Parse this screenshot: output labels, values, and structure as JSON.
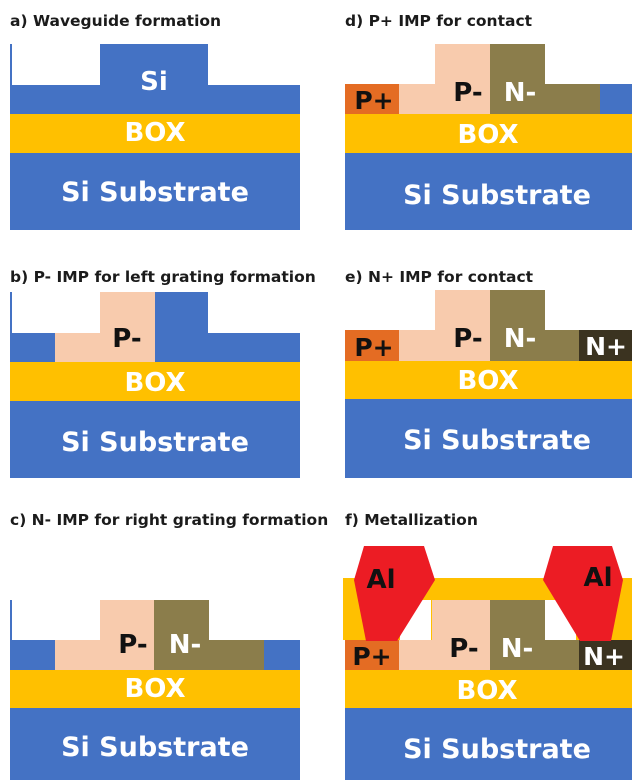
{
  "panels": [
    {
      "id": "a",
      "caption": "a)  Waveguide formation",
      "labels": {
        "si": "Si",
        "box": "BOX",
        "substrate": "Si Substrate"
      }
    },
    {
      "id": "b",
      "caption": "b)  P- IMP for left grating formation",
      "labels": {
        "p_minus": "P-",
        "box": "BOX",
        "substrate": "Si Substrate"
      }
    },
    {
      "id": "c",
      "caption": "c)  N- IMP for right grating formation",
      "labels": {
        "p_minus": "P-",
        "n_minus": "N-",
        "box": "BOX",
        "substrate": "Si Substrate"
      }
    },
    {
      "id": "d",
      "caption": "d)  P+ IMP for contact",
      "labels": {
        "p_plus": "P+",
        "p_minus": "P-",
        "n_minus": "N-",
        "box": "BOX",
        "substrate": "Si Substrate"
      }
    },
    {
      "id": "e",
      "caption": "e)  N+ IMP for contact",
      "labels": {
        "p_plus": "P+",
        "p_minus": "P-",
        "n_minus": "N-",
        "n_plus": "N+",
        "box": "BOX",
        "substrate": "Si Substrate"
      }
    },
    {
      "id": "f",
      "caption": "f)  Metallization",
      "labels": {
        "al_left": "Al",
        "al_right": "Al",
        "p_plus": "P+",
        "p_minus": "P-",
        "n_minus": "N-",
        "n_plus": "N+",
        "box": "BOX",
        "substrate": "Si Substrate"
      }
    }
  ],
  "colors": {
    "silicon": "#4472c4",
    "box": "#ffc000",
    "p_minus": "#f8cbad",
    "n_minus": "#8b7d4b",
    "p_plus": "#e46c23",
    "n_plus": "#3b3320",
    "aluminum": "#ec1c24",
    "label_dark": "#111111",
    "label_light": "#ffffff"
  }
}
